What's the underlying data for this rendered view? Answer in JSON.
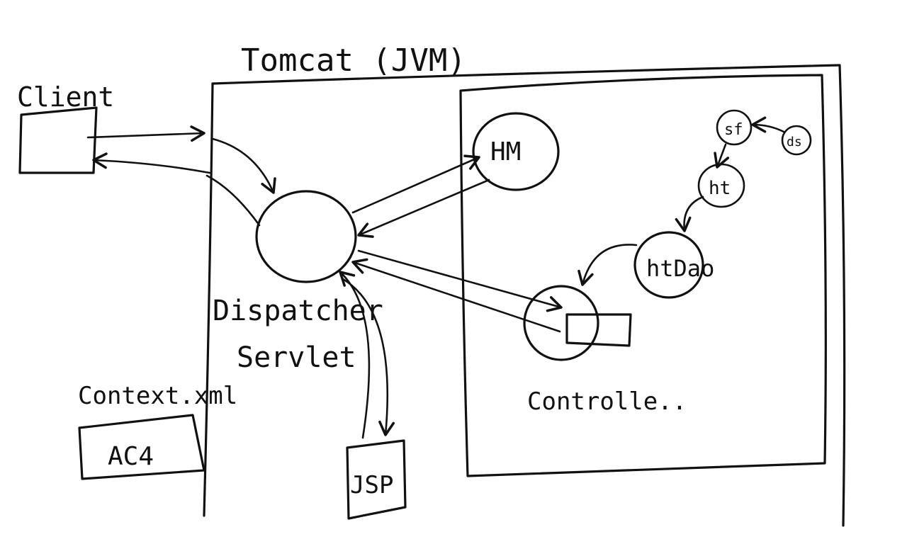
{
  "labels": {
    "tomcat": "Tomcat (JVM)",
    "client": "Client",
    "hm": "HM",
    "sf": "sf",
    "ds": "ds",
    "ht": "ht",
    "htdao": "htDao",
    "dispatcher_line1": "Dispatcher",
    "dispatcher_line2": "Servlet",
    "controller": "Controlle..",
    "context": "Context.xml",
    "ac4": "AC4",
    "jsp": "JSP"
  }
}
